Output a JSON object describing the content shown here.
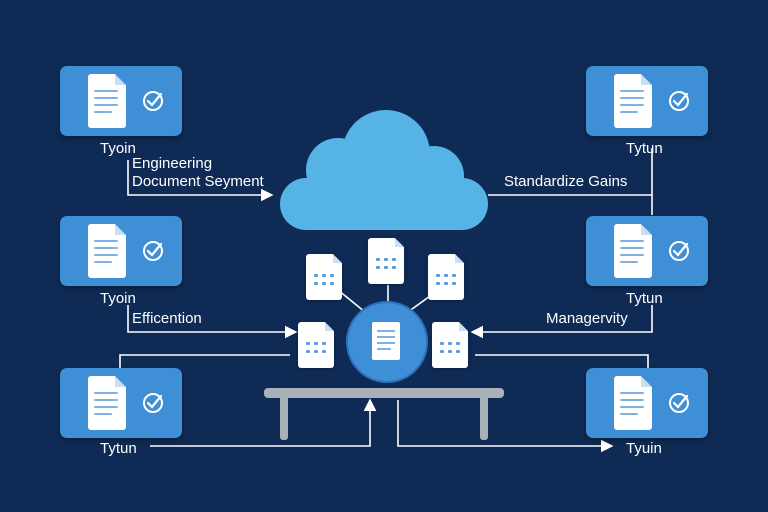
{
  "colors": {
    "background": "#0f2b55",
    "card": "#3f8fd6",
    "cloud": "#55b3e6",
    "hub": "#3f8fd6",
    "connector": "#ffffff",
    "table": "#a9b0b8"
  },
  "cards": [
    {
      "label": "Tyoin",
      "icon": "document-check-icon"
    },
    {
      "label": "Tyoin",
      "icon": "document-check-icon"
    },
    {
      "label": "Tytun",
      "icon": "document-check-icon"
    },
    {
      "label": "Tytun",
      "icon": "document-check-icon"
    },
    {
      "label": "Tytun",
      "icon": "document-check-icon"
    },
    {
      "label": "Tyuin",
      "icon": "document-check-icon"
    }
  ],
  "captions": {
    "engineering_line1": "Engineering",
    "engineering_line2": "Document Seyment",
    "standardize": "Standardize Gains",
    "efficention": "Efficention",
    "managervity": "Managervity"
  },
  "center": {
    "cloud_icon": "cloud-icon",
    "hub_icon": "hub-document-icon",
    "table_icon": "table-icon"
  }
}
